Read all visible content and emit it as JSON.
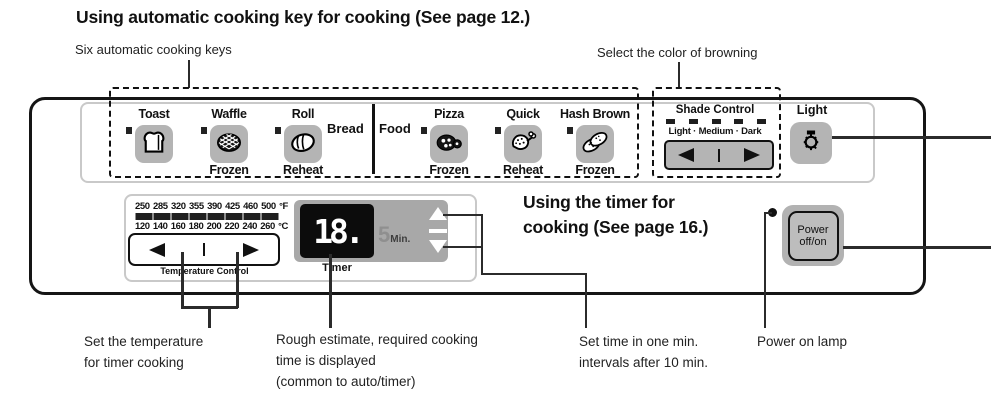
{
  "title": "Using automatic cooking key for cooking (See page 12.)",
  "callouts": {
    "six_keys": "Six automatic cooking keys",
    "browning": "Select the color of browning",
    "set_temp": [
      "Set the temperature",
      "for timer cooking"
    ],
    "rough_estimate": [
      "Rough estimate, required cooking",
      "time is displayed",
      "(common to auto/timer)"
    ],
    "set_time": [
      "Set time in one min.",
      "intervals after 10 min."
    ],
    "power_lamp": "Power on lamp"
  },
  "keys": [
    {
      "label": "Toast",
      "sub": ""
    },
    {
      "label": "Waffle",
      "sub": "Frozen"
    },
    {
      "label": "Roll",
      "sub": "Reheat"
    },
    {
      "label": "Pizza",
      "sub": "Frozen"
    },
    {
      "label": "Quick",
      "sub": "Reheat"
    },
    {
      "label": "Hash Brown",
      "sub": "Frozen"
    }
  ],
  "section_labels": {
    "bread": "Bread",
    "food": "Food"
  },
  "shade_control": {
    "title": "Shade Control",
    "levels": "Light · Medium · Dark"
  },
  "light": {
    "label": "Light"
  },
  "temperature": {
    "f": [
      "250",
      "285",
      "320",
      "355",
      "390",
      "425",
      "460",
      "500"
    ],
    "f_unit": "°F",
    "c": [
      "120",
      "140",
      "160",
      "180",
      "200",
      "220",
      "240",
      "260"
    ],
    "c_unit": "°C",
    "label": "Temperature Control"
  },
  "timer": {
    "value": "18.",
    "estimate": "5",
    "estimate_unit": "Min.",
    "label": "Timer",
    "heading": [
      "Using the timer for",
      "cooking (See page 16.)"
    ]
  },
  "power": {
    "line1": "Power",
    "line2": "off/on"
  },
  "colors": {
    "key_gray": "#b4b4b4",
    "lcd_black": "#0c0c0c",
    "line": "#2b2b2b"
  }
}
